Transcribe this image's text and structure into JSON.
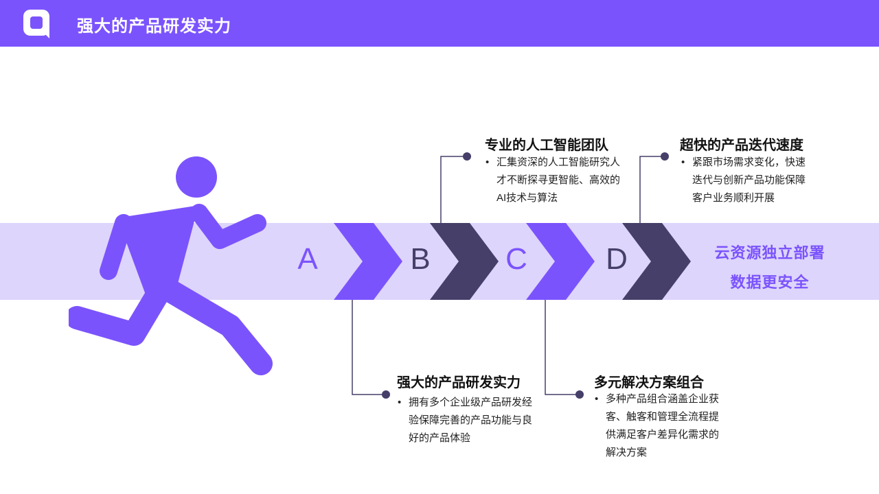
{
  "header": {
    "title": "强大的产品研发实力",
    "brand_color": "#7b53fd",
    "logo_icon": "logo-q-icon"
  },
  "colors": {
    "primary": "#7b53fd",
    "dark": "#453f69",
    "band": "#ddd5fb"
  },
  "steps": [
    {
      "letter": "A"
    },
    {
      "letter": "B"
    },
    {
      "letter": "C"
    },
    {
      "letter": "D"
    }
  ],
  "tagline": {
    "line1": "云资源独立部署",
    "line2": "数据更安全"
  },
  "cards": [
    {
      "title": "专业的人工智能团队",
      "lines": [
        "汇集资深的人工智能研究人",
        "才不断探寻更智能、高效的",
        "AI技术与算法"
      ]
    },
    {
      "title": "超快的产品迭代速度",
      "lines": [
        "紧跟市场需求变化，快速",
        "迭代与创新产品功能保障",
        "客户业务顺利开展"
      ]
    },
    {
      "title": "强大的产品研发实力",
      "lines": [
        "拥有多个企业级产品研发经",
        "验保障完善的产品功能与良",
        "好的产品体验"
      ]
    },
    {
      "title": "多元解决方案组合",
      "lines": [
        "多种产品组合涵盖企业获",
        "客、触客和管理全流程提",
        "供满足客户差异化需求的",
        "解决方案"
      ]
    }
  ],
  "bullet": "•",
  "figure": "running-person-icon"
}
